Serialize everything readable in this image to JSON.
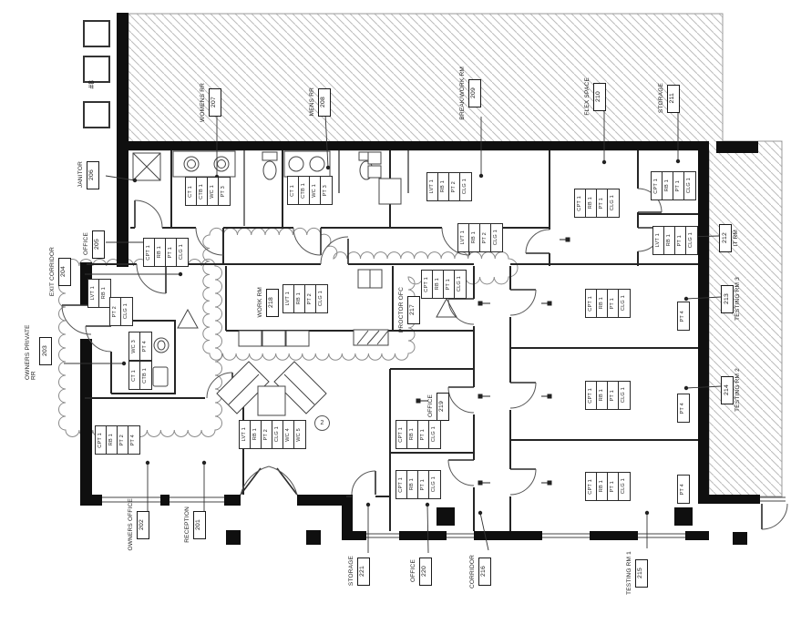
{
  "rooms": [
    {
      "name": "RECEPTION",
      "number": "201"
    },
    {
      "name": "OWNERS OFFICE",
      "number": "202"
    },
    {
      "name": "OWNERS PRIVATE RR",
      "number": "203"
    },
    {
      "name": "EXIT CORRIDOR",
      "number": "204"
    },
    {
      "name": "OFFICE",
      "number": "205"
    },
    {
      "name": "JANITOR",
      "number": "206"
    },
    {
      "name": "WOMENS RR",
      "number": "207"
    },
    {
      "name": "MENS RR",
      "number": "208"
    },
    {
      "name": "BREAK/WORK RM",
      "number": "209"
    },
    {
      "name": "FLEX SPACE",
      "number": "210"
    },
    {
      "name": "STORAGE",
      "number": "211"
    },
    {
      "name": "IT RM",
      "number": "212"
    },
    {
      "name": "TESTING RM 3",
      "number": "213"
    },
    {
      "name": "TESTING RM 2",
      "number": "214"
    },
    {
      "name": "TESTING RM 1",
      "number": "215"
    },
    {
      "name": "CORRIDOR",
      "number": "216"
    },
    {
      "name": "PROCTOR OFC",
      "number": "217"
    },
    {
      "name": "WORK RM",
      "number": "218"
    },
    {
      "name": "OFFICE",
      "number": "219"
    },
    {
      "name": "OFFICE",
      "number": "220"
    },
    {
      "name": "STORAGE",
      "number": "221"
    }
  ],
  "finish_strips": [
    {
      "room": "201",
      "cells": [
        "LVT 1",
        "RB 1",
        "PT 2",
        "CLG 1",
        "WC 4",
        "WC 5"
      ]
    },
    {
      "room": "202",
      "cells": [
        "CPT 1",
        "RB 1",
        "PT 2",
        "PT 4"
      ]
    },
    {
      "room": "203",
      "cells": [
        "WC 3",
        "PT 4"
      ]
    },
    {
      "room": "203",
      "cells": [
        "CT 1",
        "CTB 1"
      ]
    },
    {
      "room": "204",
      "cells": [
        "LVT 1",
        "RB 1"
      ]
    },
    {
      "room": "204",
      "cells": [
        "PT 2",
        "CLG 1"
      ]
    },
    {
      "room": "205",
      "cells": [
        "CPT 1",
        "RB 1",
        "PT 1",
        "CLG 1"
      ]
    },
    {
      "room": "207",
      "cells": [
        "CT 1",
        "CTB 1",
        "WC 1",
        "PT 3"
      ]
    },
    {
      "room": "208",
      "cells": [
        "CT 1",
        "CTB 1",
        "WC 1",
        "PT 3"
      ]
    },
    {
      "room": "209",
      "cells": [
        "LVT 1",
        "RB 1",
        "PT 2",
        "CLG 1"
      ]
    },
    {
      "room": "210",
      "cells": [
        "CPT 1",
        "RB 1",
        "PT 1",
        "CLG 1"
      ]
    },
    {
      "room": "211",
      "cells": [
        "CPT 1",
        "RB 1",
        "PT 1",
        "CLG 1"
      ]
    },
    {
      "room": "212",
      "cells": [
        "LVT 1",
        "RB 1",
        "PT 1",
        "CLG 1"
      ]
    },
    {
      "room": "213",
      "cells": [
        "CPT 1",
        "RB 1",
        "PT 1",
        "CLG 1"
      ]
    },
    {
      "room": "213",
      "cells": [
        "PT 4"
      ]
    },
    {
      "room": "214",
      "cells": [
        "CPT 1",
        "RB 1",
        "PT 1",
        "CLG 1"
      ]
    },
    {
      "room": "214",
      "cells": [
        "PT 4"
      ]
    },
    {
      "room": "215",
      "cells": [
        "CPT 1",
        "RB 1",
        "PT 1",
        "CLG 1"
      ]
    },
    {
      "room": "215",
      "cells": [
        "PT 4"
      ]
    },
    {
      "room": "216",
      "cells": [
        "LVT 1",
        "RB 1",
        "PT 2",
        "CLG 1"
      ]
    },
    {
      "room": "217",
      "cells": [
        "CPT 1",
        "RB 1",
        "PT 1",
        "CLG 1"
      ]
    },
    {
      "room": "218",
      "cells": [
        "LVT 1",
        "RB 1",
        "PT 2",
        "CLG 1"
      ]
    },
    {
      "room": "219",
      "cells": [
        "CPT 1",
        "RB 1",
        "PT 1",
        "CLG 1"
      ]
    },
    {
      "room": "220",
      "cells": [
        "CPT 1",
        "RB 1",
        "PT 1",
        "CLG 1"
      ]
    }
  ],
  "annotations": {
    "grid_ref": "#8",
    "revision_circle": "2"
  }
}
